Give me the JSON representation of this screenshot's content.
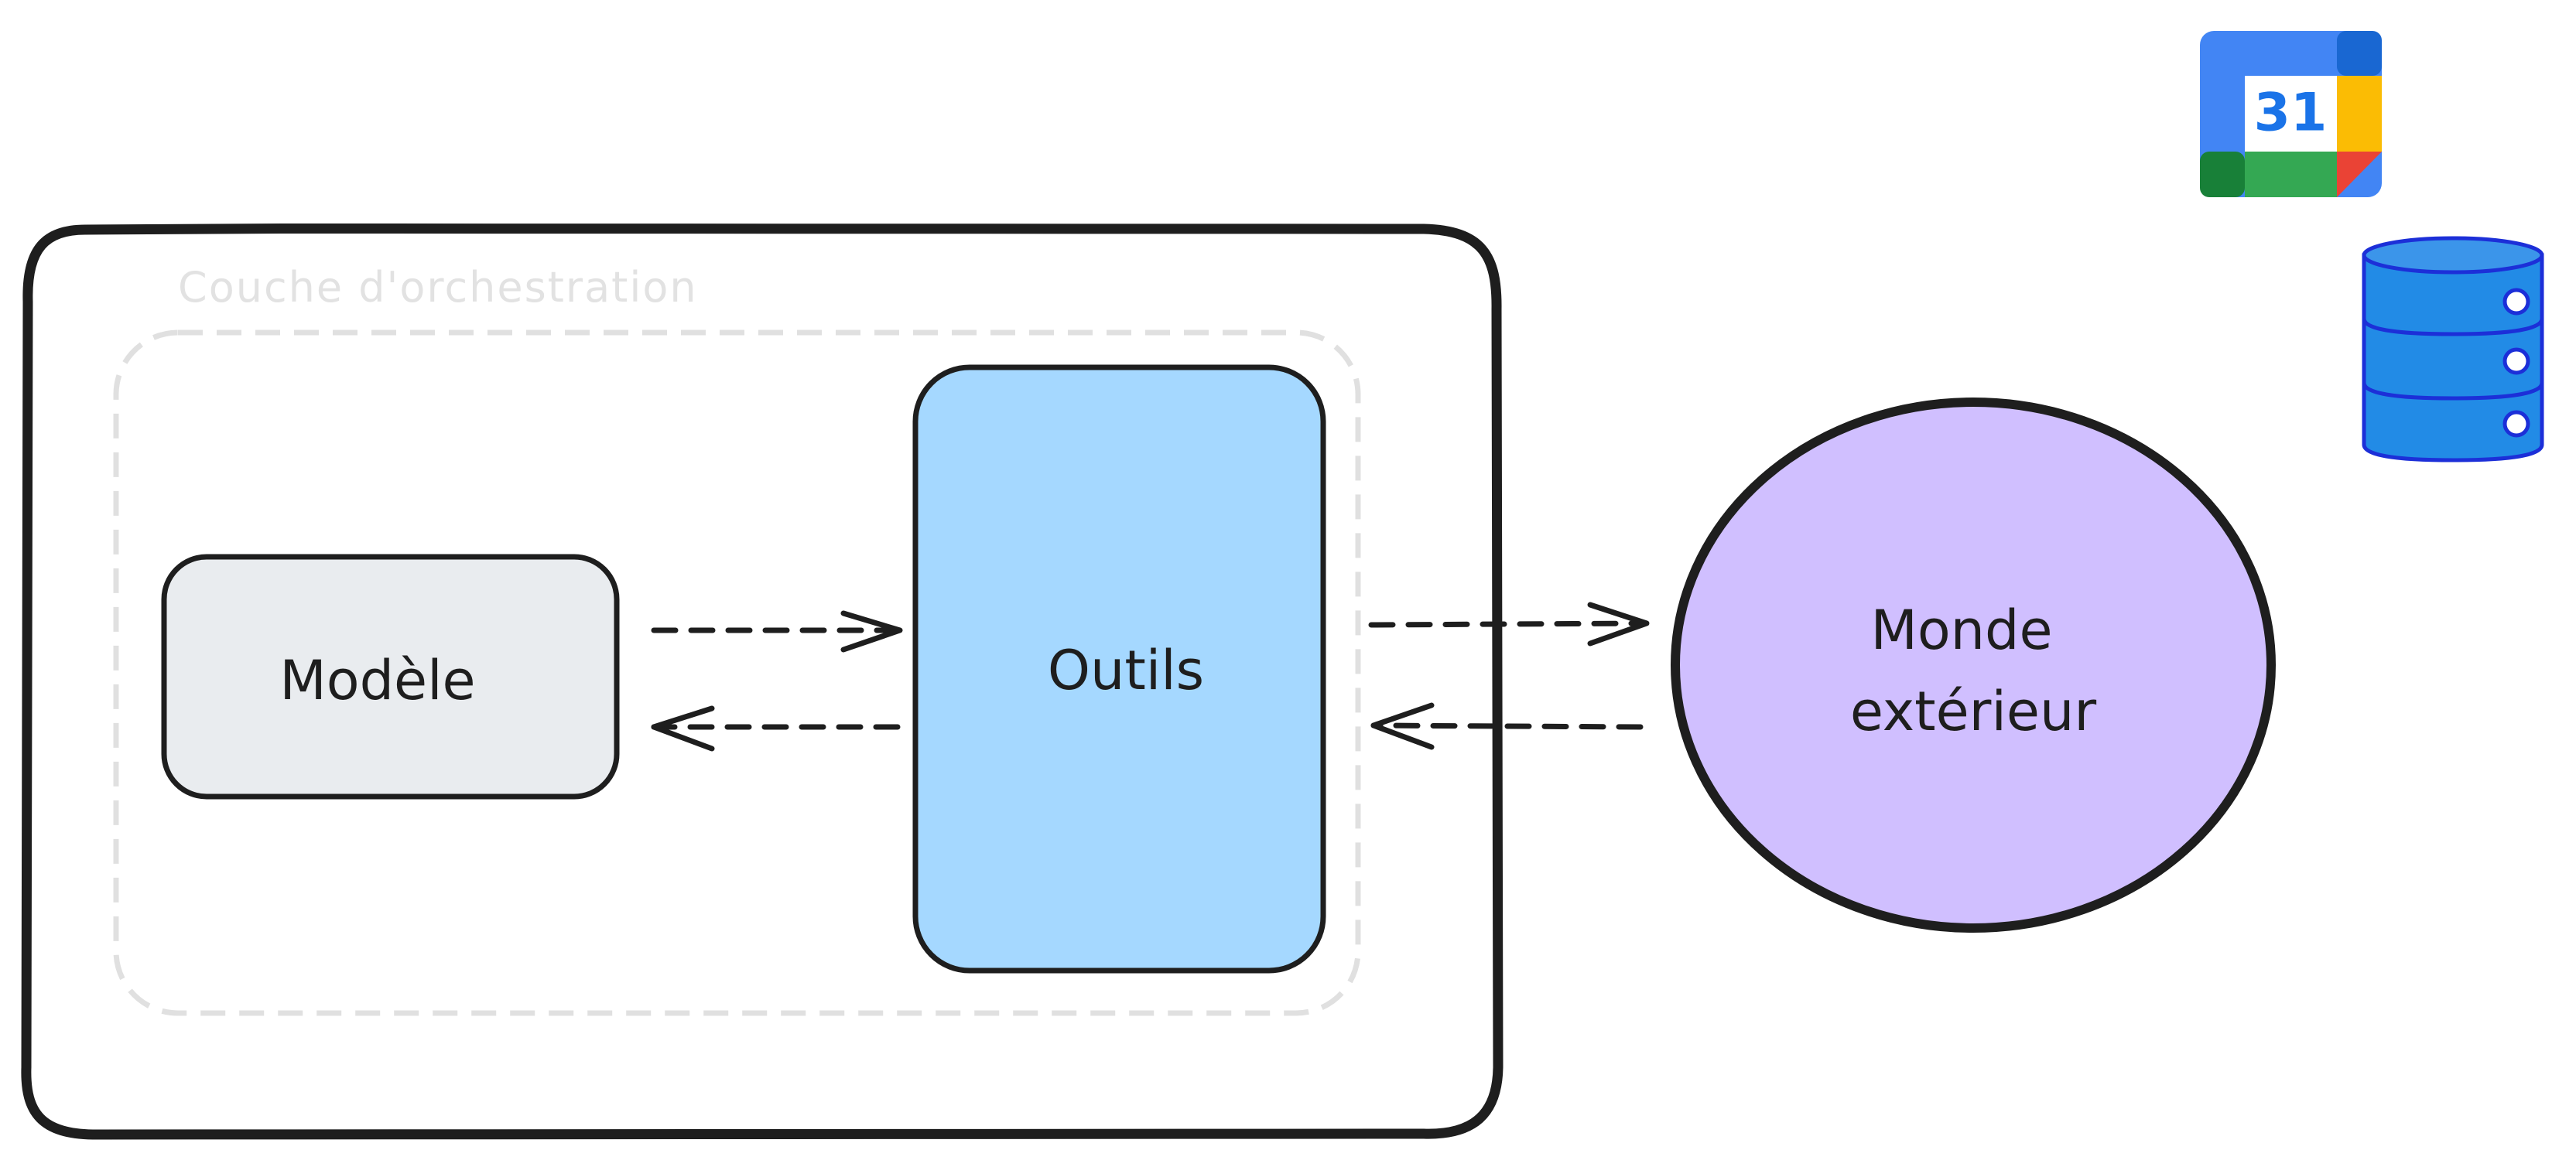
{
  "diagram": {
    "orchestration_layer": {
      "label": "Couche d'orchestration"
    },
    "model": {
      "label": "Modèle",
      "fill": "#e9ecef"
    },
    "tools": {
      "label": "Outils",
      "fill": "#a5d8ff"
    },
    "outside_world": {
      "label_line1": "Monde",
      "label_line2": "extérieur",
      "fill": "#d0bfff"
    },
    "icons": {
      "calendar": {
        "name": "google-calendar-icon",
        "day": "31"
      },
      "database": {
        "name": "database-icon",
        "color": "#228be6"
      }
    },
    "stroke_color": "#1e1e1e",
    "dashed_border_color": "#e0e0e0"
  }
}
